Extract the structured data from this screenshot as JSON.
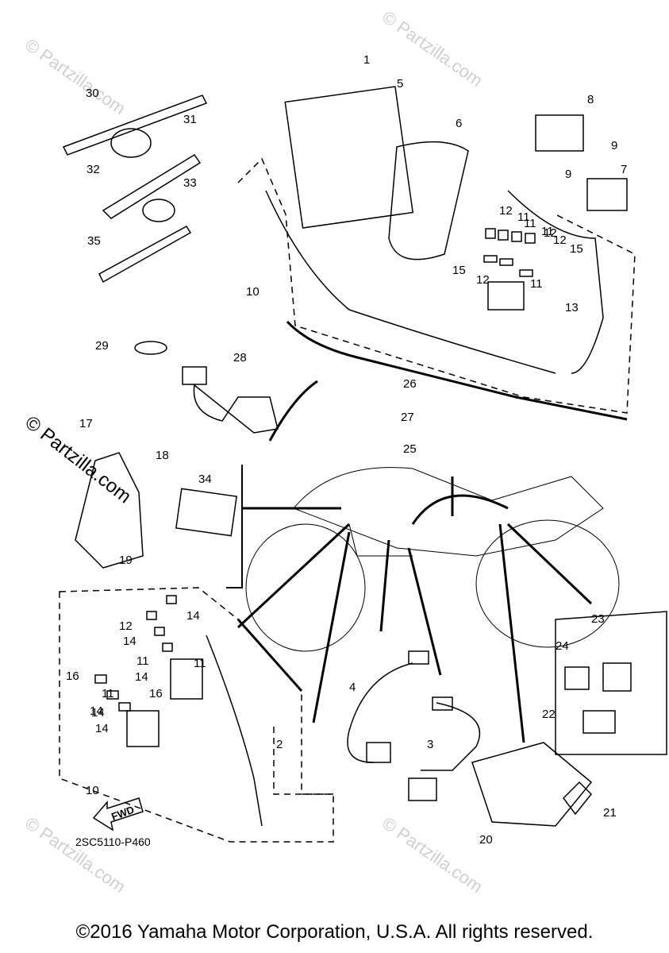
{
  "diagram": {
    "part_code": "2SC5110-P460",
    "fwd_label": "FWD",
    "watermark_side": "© Partzilla.com",
    "watermark_faint": "© Partzilla.com",
    "callouts": [
      "1",
      "2",
      "3",
      "4",
      "5",
      "6",
      "7",
      "8",
      "9",
      "9",
      "10",
      "10",
      "11",
      "11",
      "11",
      "11",
      "11",
      "11",
      "11",
      "12",
      "12",
      "12",
      "12",
      "12",
      "13",
      "14",
      "14",
      "14",
      "14",
      "14",
      "14",
      "15",
      "15",
      "16",
      "16",
      "17",
      "18",
      "19",
      "20",
      "21",
      "22",
      "23",
      "24",
      "25",
      "26",
      "27",
      "28",
      "29",
      "30",
      "31",
      "32",
      "33",
      "34",
      "35"
    ]
  },
  "footer": {
    "copyright": "©2016 Yamaha Motor Corporation, U.S.A. All rights reserved."
  }
}
